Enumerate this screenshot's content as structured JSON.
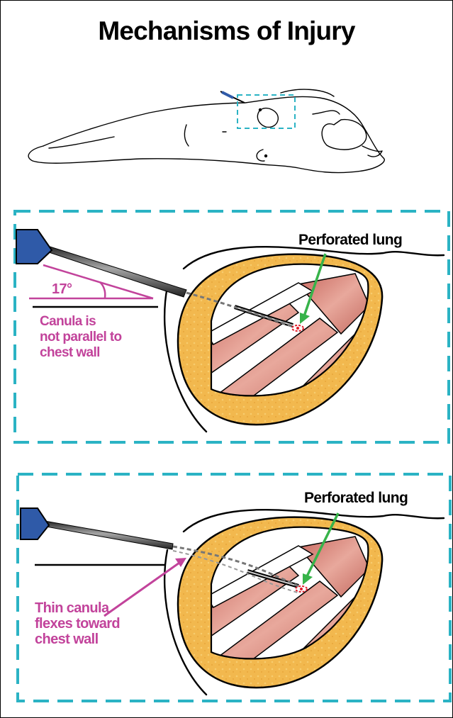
{
  "title": "Mechanisms of Injury",
  "panel_top": {
    "label_lung": "Perforated lung",
    "angle_label": "17°",
    "note_lines": [
      "Canula is",
      "not parallel to",
      "chest wall"
    ]
  },
  "panel_bottom": {
    "label_lung": "Perforated lung",
    "note_lines": [
      "Thin canula",
      "flexes toward",
      "chest wall"
    ]
  },
  "colors": {
    "dash_box": "#2bb3c4",
    "magenta": "#c2439b",
    "arrow_green": "#37b34a",
    "fat_yellow": "#f2b84e",
    "muscle": "#d7877c",
    "cannula_tip": "#2f5aa8"
  }
}
